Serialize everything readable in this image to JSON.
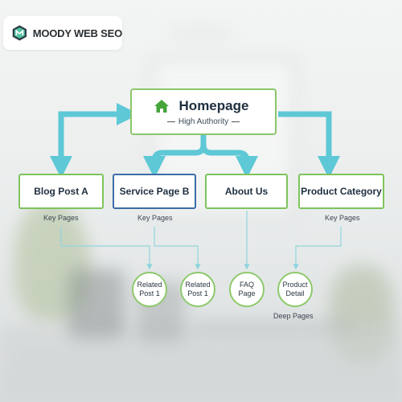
{
  "brand": {
    "name_bold": "MOODY WEB",
    "name_suffix": "SEO"
  },
  "homepage": {
    "title": "Homepage",
    "subtitle": "High Authority",
    "icon": "home-icon"
  },
  "level2": [
    {
      "label": "Blog Post A"
    },
    {
      "label": "Service Page B"
    },
    {
      "label": "About Us"
    },
    {
      "label": "Product Category"
    }
  ],
  "captions": {
    "key_pages_1": "Key Pages",
    "key_pages_2": "Key Pages",
    "key_pages_3": "Key Pages",
    "deep_pages": "Deep Pages"
  },
  "level3": [
    {
      "label": "Related\nPost 1"
    },
    {
      "label": "Related\nPost 1"
    },
    {
      "label": "FAQ\nPage"
    },
    {
      "label": "Product\nDetail"
    }
  ],
  "colors": {
    "arrow": "#5ec8d6",
    "border_green": "#7ec35c",
    "border_blue": "#3b6ea6",
    "house_green": "#45a53a"
  }
}
